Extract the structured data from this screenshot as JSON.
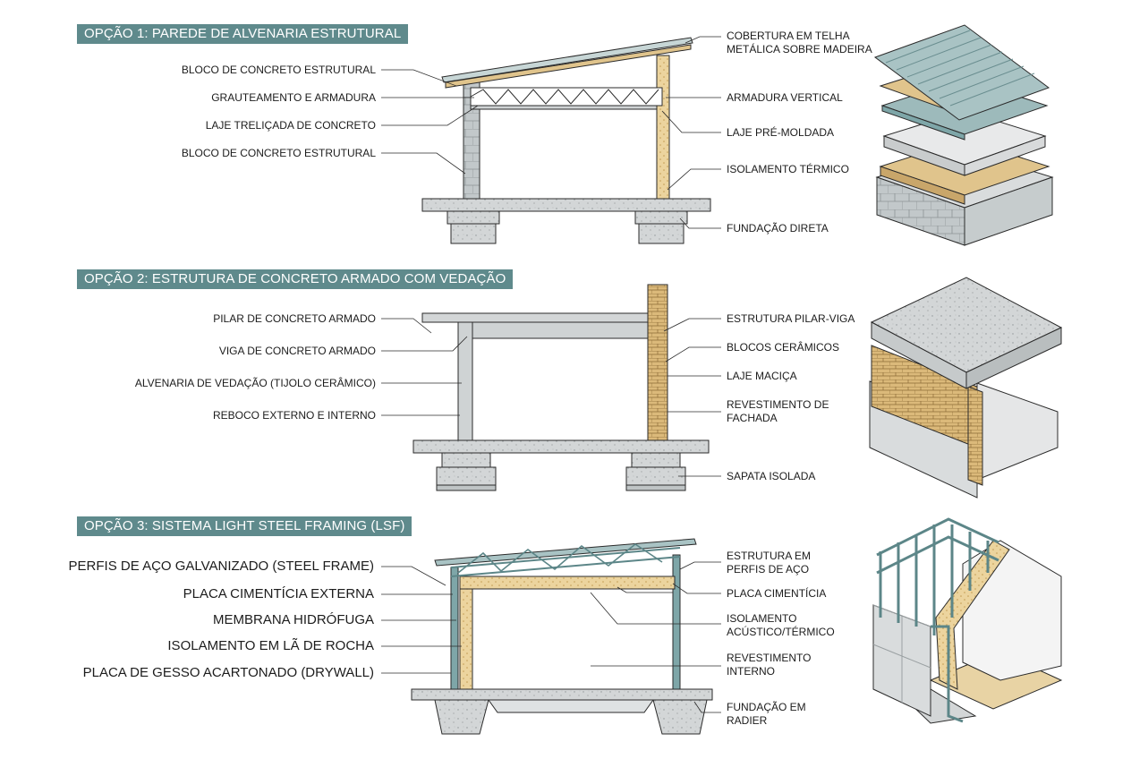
{
  "sections": [
    {
      "title": "OPÇÃO 1: PAREDE DE ALVENARIA ESTRUTURAL",
      "left_labels": [
        "BLOCO DE CONCRETO ESTRUTURAL",
        "GRAUTEAMENTO E ARMADURA",
        "LAJE TRELIÇADA DE CONCRETO",
        "BLOCO DE CONCRETO ESTRUTURAL"
      ],
      "right_labels": [
        {
          "line1": "COBERTURA EM TELHA",
          "line2": "METÁLICA SOBRE MADEIRA"
        },
        {
          "line1": "ARMADURA VERTICAL",
          "line2": ""
        },
        {
          "line1": "LAJE PRÉ-MOLDADA",
          "line2": ""
        },
        {
          "line1": "ISOLAMENTO TÉRMICO",
          "line2": ""
        },
        {
          "line1": "FUNDAÇÃO DIRETA",
          "line2": ""
        }
      ]
    },
    {
      "title": "OPÇÃO 2: ESTRUTURA DE CONCRETO ARMADO COM VEDAÇÃO",
      "left_labels": [
        "PILAR DE CONCRETO ARMADO",
        "VIGA DE CONCRETO ARMADO",
        "ALVENARIA DE VEDAÇÃO (TIJOLO CERÂMICO)",
        "REBOCO EXTERNO E INTERNO"
      ],
      "right_labels": [
        {
          "line1": "ESTRUTURA PILAR-VIGA",
          "line2": ""
        },
        {
          "line1": "BLOCOS CERÂMICOS",
          "line2": ""
        },
        {
          "line1": "LAJE MACIÇA",
          "line2": ""
        },
        {
          "line1": "REVESTIMENTO DE",
          "line2": "FACHADA"
        },
        {
          "line1": "SAPATA ISOLADA",
          "line2": ""
        }
      ]
    },
    {
      "title": "OPÇÃO 3: SISTEMA LIGHT STEEL FRAMING (LSF)",
      "left_labels": [
        "PERFIS DE AÇO GALVANIZADO (STEEL FRAME)",
        "PLACA CIMENTÍCIA EXTERNA",
        "MEMBRANA HIDRÓFUGA",
        "ISOLAMENTO EM LÃ DE ROCHA",
        "PLACA DE GESSO ACARTONADO (DRYWALL)"
      ],
      "right_labels": [
        {
          "line1": "ESTRUTURA EM",
          "line2": "PERFIS DE AÇO"
        },
        {
          "line1": "PLACA CIMENTÍCIA",
          "line2": ""
        },
        {
          "line1": "ISOLAMENTO",
          "line2": "ACÚSTICO/TÉRMICO"
        },
        {
          "line1": "REVESTIMENTO",
          "line2": "INTERNO"
        },
        {
          "line1": "FUNDAÇÃO EM",
          "line2": "RADIER"
        }
      ]
    }
  ],
  "colors": {
    "header_bg": "#5f8a8c",
    "concrete": "#cfd3d4",
    "block": "#bfc6c8",
    "brick": "#d9b878",
    "timber": "#e0c48c",
    "insulation": "#ead09a",
    "steel": "#7ea6a8",
    "roof": "#a9c3c4",
    "line": "#2b2b2b"
  }
}
